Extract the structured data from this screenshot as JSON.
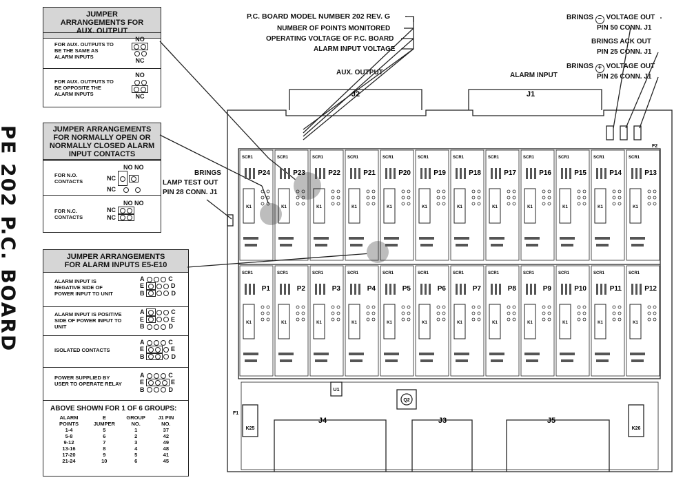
{
  "side_title": "PE 202 P.C. BOARD",
  "aux_box": {
    "title": "JUMPER ARRANGEMENTS FOR AUX. OUTPUT",
    "row1_text": "FOR AUX. OUTPUTS TO BE THE SAME AS ALARM INPUTS",
    "row2_text": "FOR AUX. OUTPUTS TO BE OPPOSITE THE ALARM INPUTS",
    "no": "NO",
    "nc": "NC"
  },
  "contacts_box": {
    "title": "JUMPER ARRANGEMENTS FOR NORMALLY OPEN OR NORMALLY CLOSED ALARM INPUT CONTACTS",
    "row1_text": "FOR N.O. CONTACTS",
    "row2_text": "FOR N.C. CONTACTS",
    "no": "NO",
    "nc": "NC"
  },
  "inputs_box": {
    "title": "JUMPER ARRANGEMENTS FOR ALARM INPUTS E5-E10",
    "rows": [
      {
        "text": "ALARM INPUT IS NEGATIVE SIDE OF POWER INPUT TO UNIT"
      },
      {
        "text": "ALARM INPUT IS POSITIVE SIDE OF POWER INPUT TO UNIT"
      },
      {
        "text": "ISOLATED CONTACTS"
      },
      {
        "text": "POWER SUPPLIED BY USER TO OPERATE RELAY"
      }
    ],
    "letters": {
      "a": "A",
      "b": "B",
      "c": "C",
      "e": "E",
      "d": "D"
    },
    "footer_title": "ABOVE SHOWN FOR 1 OF 6 GROUPS:",
    "table_headers": [
      "ALARM POINTS",
      "E JUMPER",
      "GROUP NO.",
      "J1 PIN NO."
    ],
    "table_rows": [
      [
        "1-4",
        "5",
        "1",
        "37"
      ],
      [
        "5-8",
        "6",
        "2",
        "42"
      ],
      [
        "9-12",
        "7",
        "3",
        "49"
      ],
      [
        "13-16",
        "8",
        "4",
        "48"
      ],
      [
        "17-20",
        "9",
        "5",
        "41"
      ],
      [
        "21-24",
        "10",
        "6",
        "45"
      ]
    ]
  },
  "callouts": {
    "model": "P.C. BOARD MODEL NUMBER 202 REV. G",
    "points": "NUMBER OF POINTS MONITORED",
    "voltage": "OPERATING VOLTAGE OF P.C. BOARD",
    "alarm_voltage": "ALARM INPUT VOLTAGE",
    "neg_out_1": "BRINGS",
    "neg_out_2": "VOLTAGE OUT",
    "neg_out_3": "PIN 50 CONN. J1",
    "ack_1": "BRINGS ACK OUT",
    "ack_2": "PIN 25 CONN. J1",
    "pos_out_1": "BRINGS",
    "pos_out_2": "VOLTAGE OUT",
    "pos_out_3": "PIN 26 CONN. J1",
    "lamp_1": "BRINGS",
    "lamp_2": "LAMP TEST OUT",
    "lamp_3": "PIN 28 CONN. J1",
    "aux_output": "AUX. OUTPUT",
    "alarm_input": "ALARM INPUT"
  },
  "board": {
    "j1": "J1",
    "j2": "J2",
    "j3": "J3",
    "j4": "J4",
    "j5": "J5",
    "k25": "K25",
    "k26": "K26",
    "f1": "F1",
    "f2": "F2",
    "q2": "Q2",
    "u1": "U1",
    "upper_labels": [
      "P24",
      "P23",
      "P22",
      "P21",
      "P20",
      "P19",
      "P18",
      "P17",
      "P16",
      "P15",
      "P14",
      "P13"
    ],
    "lower_labels": [
      "P1",
      "P2",
      "P3",
      "P4",
      "P5",
      "P6",
      "P7",
      "P8",
      "P9",
      "P10",
      "P11",
      "P12"
    ],
    "k1": "K1",
    "scr1": "SCR1"
  },
  "colors": {
    "line": "#222222",
    "header": "#d6d6d6",
    "highlight": "#bfbfbf"
  }
}
